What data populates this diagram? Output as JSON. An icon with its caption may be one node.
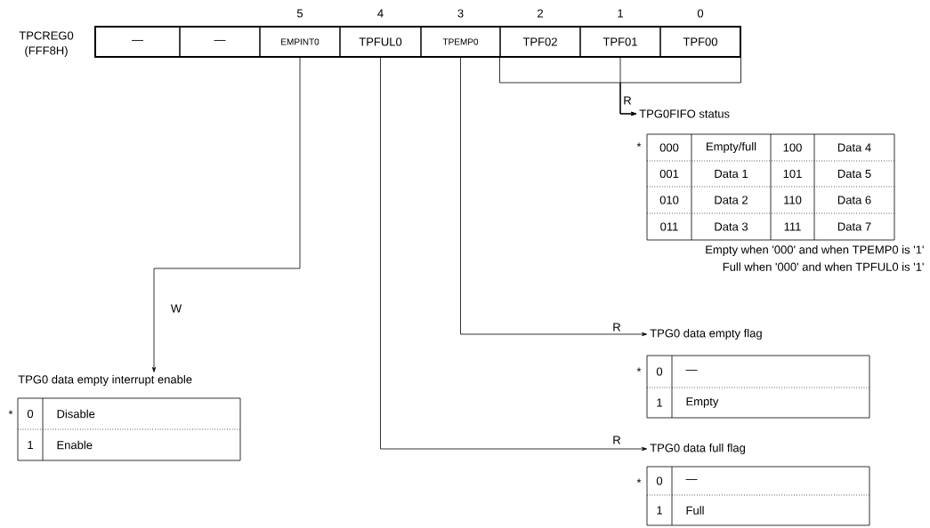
{
  "diagram": {
    "nodes": [
      {
        "text": [
          "—"
        ]
      },
      {
        "text": [
          "—"
        ]
      },
      {
        "text": [
          "EMPINT0"
        ],
        "beside": [
          "5"
        ]
      },
      {
        "text": [
          "TPFUL0"
        ],
        "beside": [
          "4"
        ]
      },
      {
        "text": [
          "TPEMP0"
        ],
        "beside": [
          "3"
        ]
      },
      {
        "text": [
          "TPF02"
        ],
        "beside": [
          "2"
        ]
      },
      {
        "text": [
          "TPF01"
        ],
        "beside": [
          "1"
        ]
      },
      {
        "text": [
          "TPF00"
        ],
        "beside": [
          "0"
        ]
      },
      {
        "text": [
          "TPG0FIFO status"
        ]
      },
      {
        "text": [
          "TPG0 data empty flag"
        ]
      },
      {
        "text": [
          "TPG0 data empty interrupt enable"
        ]
      },
      {
        "text": [
          "TPG0 data full flag"
        ]
      }
    ],
    "edges": [
      {
        "from": 5,
        "to": 8,
        "arrow": "to"
      },
      {
        "from": 6,
        "to": 8,
        "arrow": "to",
        "label": "R"
      },
      {
        "from": 7,
        "to": 8,
        "arrow": "to"
      },
      {
        "from": 2,
        "to": 10,
        "arrow": "to",
        "label": "W"
      },
      {
        "from": 4,
        "to": 9,
        "arrow": "to",
        "label": "R"
      },
      {
        "from": 3,
        "to": 11,
        "arrow": "to",
        "label": "R"
      }
    ],
    "labels": [
      "TPCREG0",
      "(FFF8H)",
      "*",
      "000",
      "Empty/full",
      "100",
      "Data 4",
      "001",
      "Data 1",
      "101",
      "Data 5",
      "010",
      "Data 2",
      "110",
      "Data 6",
      "011",
      "Data 3",
      "111",
      "Data 7",
      "Empty when '000' and when TPEMP0 is '1'",
      "Full when '000' and when TPFUL0 is '1'",
      "*",
      "0",
      "—",
      "1",
      "Empty",
      "*",
      "0",
      "Disable",
      "1",
      "Enable",
      "*",
      "0",
      "—",
      "1",
      "Full"
    ]
  }
}
